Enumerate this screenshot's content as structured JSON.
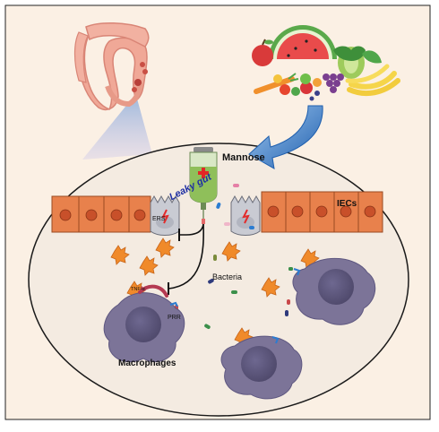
{
  "labels": {
    "mannose": "Mannose",
    "leaky_gut": "Leaky gut",
    "iecs": "IECs",
    "ers": "ERS",
    "bacteria": "Bacteria",
    "tnf": "TNF-α",
    "prr": "PRR",
    "macrophages": "Macrophages"
  },
  "colors": {
    "panel_bg": "#fbf0e4",
    "ellipse_fill": "#f4ebe1",
    "cell_fill": "#e8814c",
    "nucleus": "#c8502a",
    "macrophage": "#7c7498",
    "macrophage_nucleus": "#5b5578",
    "arrow_blue": "#2f6fb6",
    "leaky_text": "#1f2fa3"
  }
}
